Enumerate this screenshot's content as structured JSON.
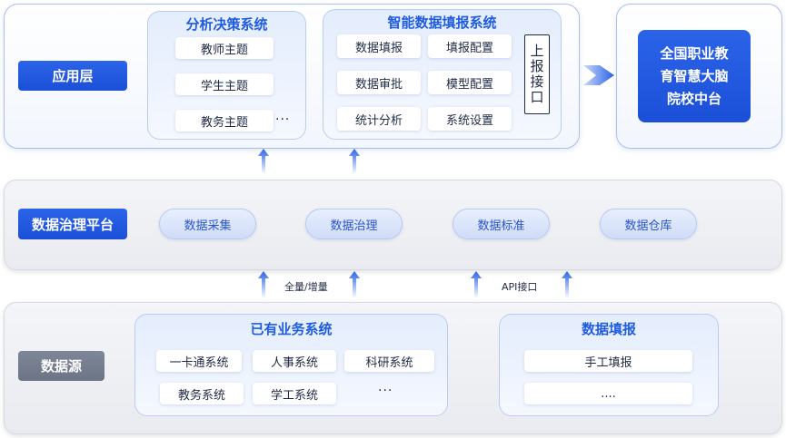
{
  "layers": {
    "application": "应用层",
    "governance": "数据治理平台",
    "source": "数据源"
  },
  "analysis_system": {
    "title": "分析决策系统",
    "items": [
      "教师主题",
      "学生主题",
      "教务主题"
    ],
    "more": "···"
  },
  "filling_system": {
    "title": "智能数据填报系统",
    "items": [
      "数据填报",
      "填报配置",
      "数据审批",
      "模型配置",
      "统计分析",
      "系统设置"
    ],
    "report_interface": "上报接口"
  },
  "target": {
    "line1": "全国职业教",
    "line2": "育智慧大脑",
    "line3": "院校中台"
  },
  "governance_items": [
    "数据采集",
    "数据治理",
    "数据标准",
    "数据仓库"
  ],
  "connectors": {
    "left": "全量/增量",
    "right": "API接口"
  },
  "existing_systems": {
    "title": "已有业务系统",
    "items": [
      "一卡通系统",
      "人事系统",
      "科研系统",
      "教务系统",
      "学工系统"
    ],
    "more": "···"
  },
  "data_filling": {
    "title": "数据填报",
    "items": [
      "手工填报",
      "...."
    ]
  },
  "colors": {
    "accent_blue": "#1f5ce0",
    "arrow_blue": "#2a63e6",
    "label_gray": "#6c7486"
  },
  "icons": [
    "up-arrow-icon",
    "right-arrow-icon"
  ]
}
